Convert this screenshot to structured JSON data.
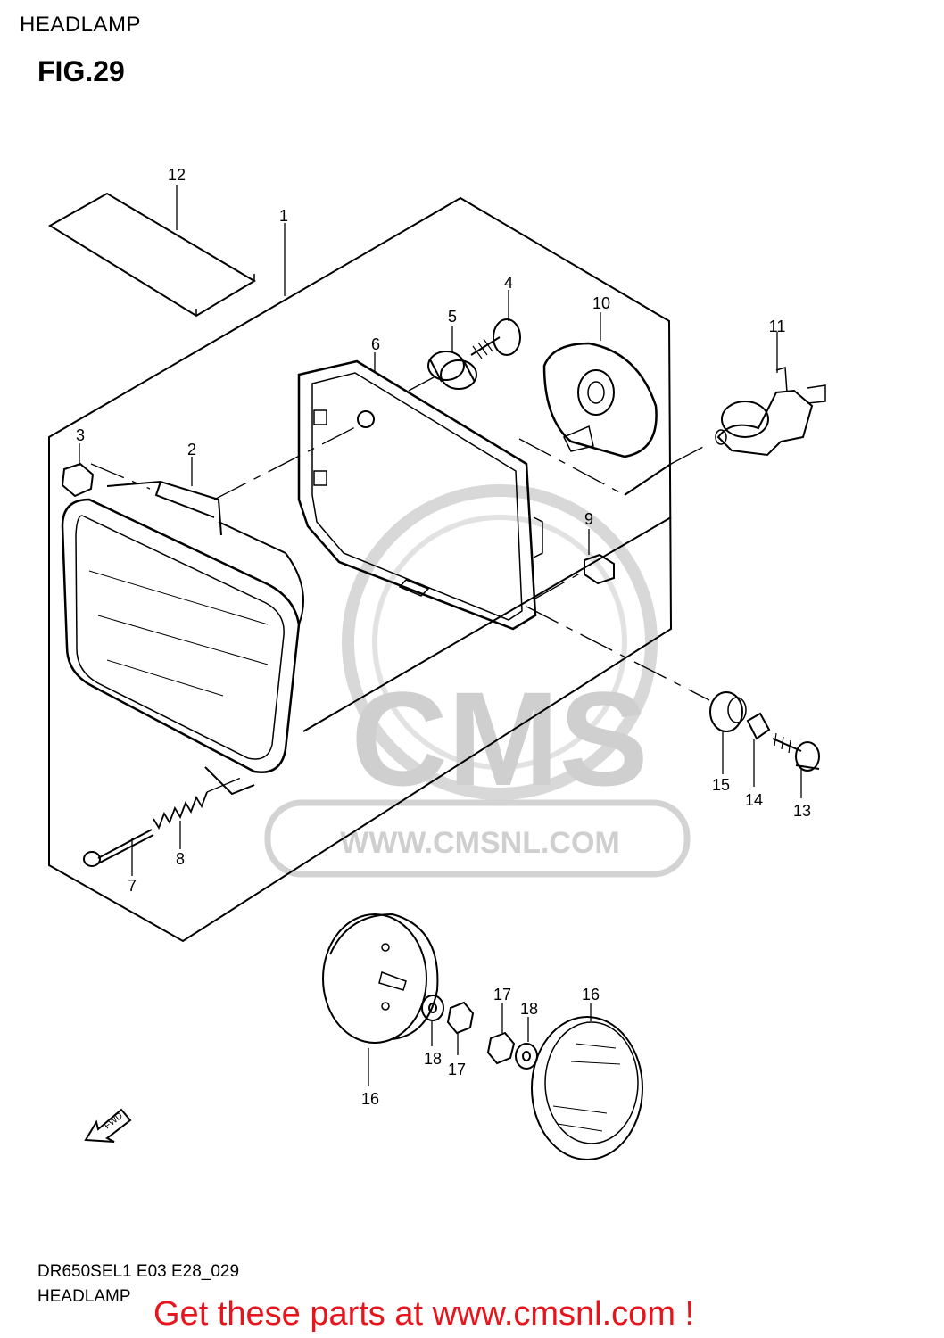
{
  "header": {
    "title": "HEADLAMP",
    "figure": "FIG.29"
  },
  "callouts": [
    {
      "id": "c1",
      "text": "1"
    },
    {
      "id": "c2",
      "text": "2"
    },
    {
      "id": "c3",
      "text": "3"
    },
    {
      "id": "c4",
      "text": "4"
    },
    {
      "id": "c5",
      "text": "5"
    },
    {
      "id": "c6",
      "text": "6"
    },
    {
      "id": "c7",
      "text": "7"
    },
    {
      "id": "c8",
      "text": "8"
    },
    {
      "id": "c9",
      "text": "9"
    },
    {
      "id": "c10",
      "text": "10"
    },
    {
      "id": "c11",
      "text": "11"
    },
    {
      "id": "c12",
      "text": "12"
    },
    {
      "id": "c13",
      "text": "13"
    },
    {
      "id": "c14",
      "text": "14"
    },
    {
      "id": "c15",
      "text": "15"
    },
    {
      "id": "c16a",
      "text": "16"
    },
    {
      "id": "c16b",
      "text": "16"
    },
    {
      "id": "c17a",
      "text": "17"
    },
    {
      "id": "c17b",
      "text": "17"
    },
    {
      "id": "c18a",
      "text": "18"
    },
    {
      "id": "c18b",
      "text": "18"
    }
  ],
  "fwd_label": "FWD",
  "watermark": {
    "logo": "CMS",
    "url": "WWW.CMSNL.COM"
  },
  "footer": {
    "model_code": "DR650SEL1 E03 E28_029",
    "section": "HEADLAMP",
    "cta": "Get these parts at www.cmsnl.com !"
  },
  "colors": {
    "cta": "#e8141b",
    "watermark": "#cfcfcf",
    "line": "#000000"
  }
}
